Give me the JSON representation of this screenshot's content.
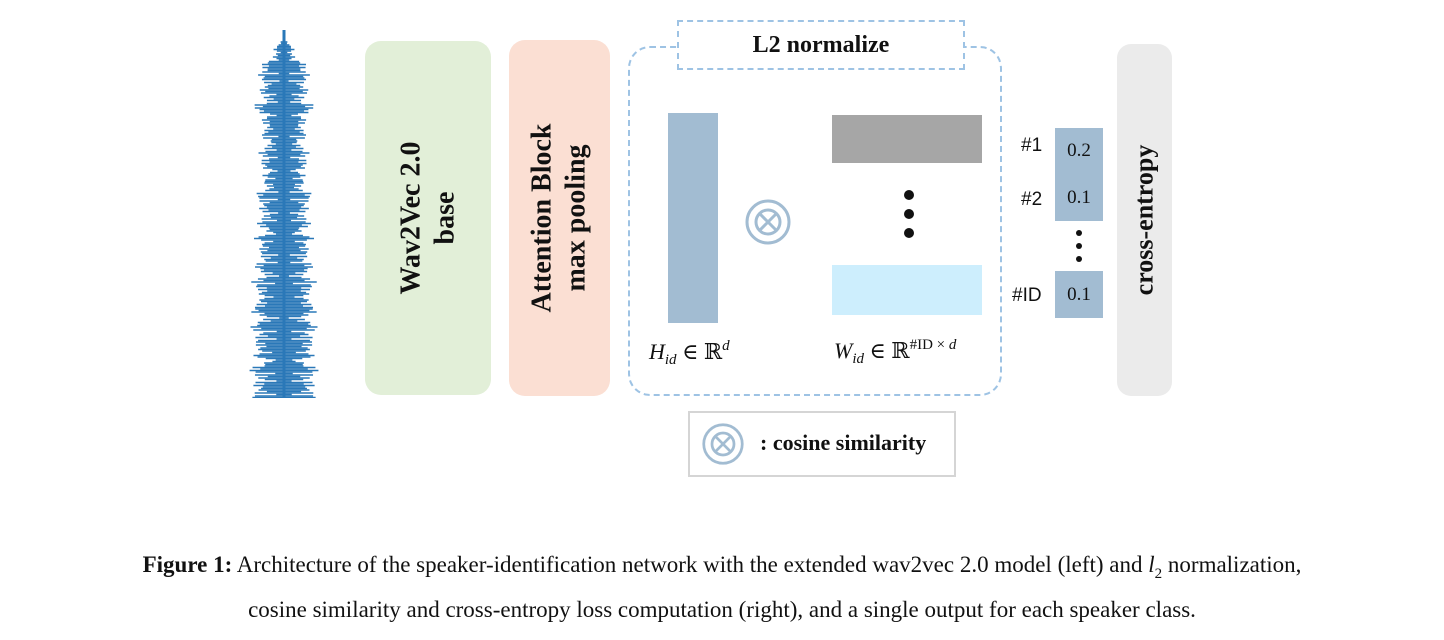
{
  "blocks": {
    "wav2vec": {
      "line1": "Wav2Vec 2.0",
      "line2": "base",
      "color": "#e2efd8"
    },
    "attention": {
      "line1": "Attention Block",
      "line2": "max pooling",
      "color": "#fbdfd3"
    },
    "l2_normalize": "L2 normalize",
    "cross_entropy": {
      "label": "cross-entropy",
      "color": "#ebebeb"
    }
  },
  "embedding": {
    "h": {
      "sym": "H",
      "sub": "id",
      "in": "∈",
      "set": "ℝ",
      "sup": "d"
    },
    "w": {
      "sym": "W",
      "sub": "id",
      "in": "∈",
      "set": "ℝ",
      "sup_id": "#ID",
      "sup_times": "× ",
      "sup_d": "d"
    },
    "colors": {
      "h_bar": "#a2bcd2",
      "w_top": "#a6a6a6",
      "w_bottom": "#cdeefd"
    }
  },
  "scores": {
    "labels": [
      "#1",
      "#2",
      "#ID"
    ],
    "values": [
      "0.2",
      "0.1",
      "0.1"
    ],
    "color": "#a2bcd2"
  },
  "legend": {
    "text": ": cosine similarity",
    "icon": "circled-times-icon"
  },
  "caption": {
    "label": "Figure 1:",
    "text_a": " Architecture of the speaker-identification network with the extended wav2vec 2.0 model (left) and ",
    "l2_sym": "l",
    "l2_sub": "2",
    "text_b": " normalization,",
    "text_c": "cosine similarity and cross-entropy loss computation (right), and a single output for each speaker class."
  },
  "waveform_color": "#2a78b8"
}
